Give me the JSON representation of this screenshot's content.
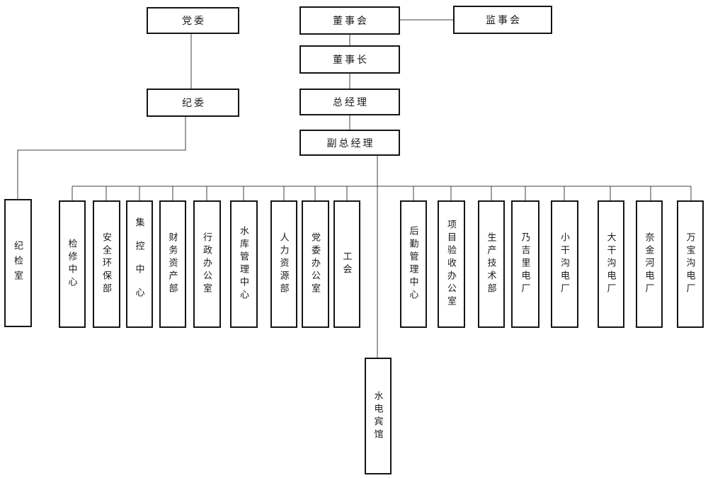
{
  "org": {
    "party_committee": "党委",
    "discipline_committee": "纪委",
    "discipline_inspection_office": "纪检室",
    "board_of_directors": "董事会",
    "supervisory_board": "监事会",
    "chairman": "董事长",
    "general_manager": "总经理",
    "deputy_general_manager": "副总经理",
    "hotel": "水电宾馆",
    "departments": [
      {
        "label": "检修中心"
      },
      {
        "label": "安全环保部"
      },
      {
        "label": "集控中心"
      },
      {
        "label": "财务资产部"
      },
      {
        "label": "行政办公室"
      },
      {
        "label": "水库管理中心"
      },
      {
        "label": "人力资源部"
      },
      {
        "label": "党委办公室"
      },
      {
        "label": "工会"
      },
      {
        "label": "后勤管理中心"
      },
      {
        "label": "项目验收办公室"
      },
      {
        "label": "生产技术部"
      },
      {
        "label": "乃吉里电厂"
      },
      {
        "label": "小干沟电厂"
      },
      {
        "label": "大干沟电厂"
      },
      {
        "label": "奈金河电厂"
      },
      {
        "label": "万宝沟电厂"
      }
    ]
  },
  "colors": {
    "background": "#ffffff",
    "box_border": "#141414",
    "connector_line": "#404040",
    "text": "#1a1a1a"
  }
}
